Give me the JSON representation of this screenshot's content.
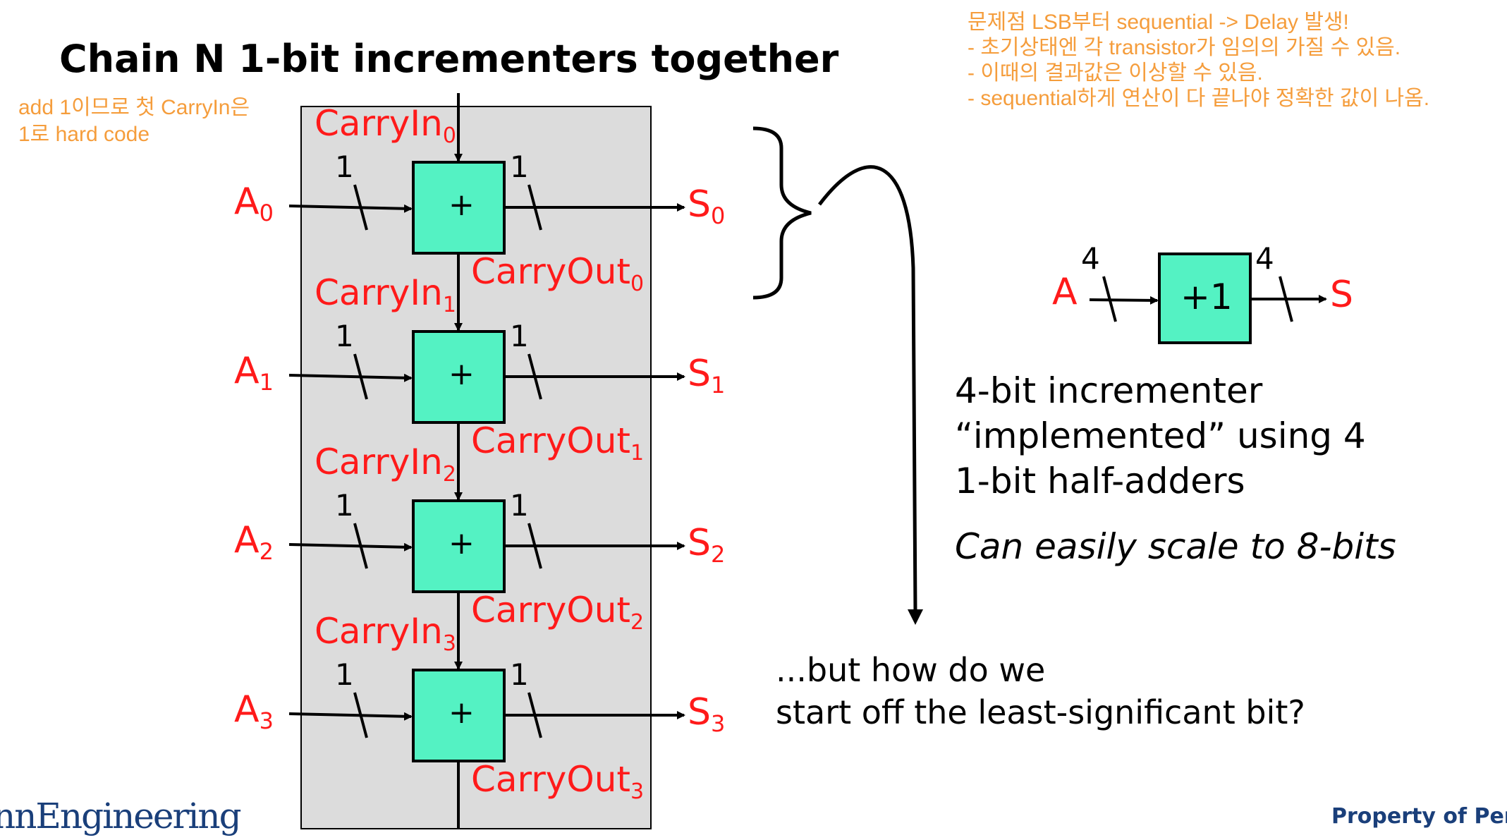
{
  "slide": {
    "title": "Chain N 1-bit incrementers together",
    "note_left": [
      "add 1이므로 첫 CarryIn은",
      "1로 hard code"
    ],
    "note_top": [
      "문제점 LSB부터 sequential -> Delay 발생!",
      "- 초기상태엔 각 transistor가 임의의 가질 수 있음.",
      "- 이때의 결과값은 이상할 수 있음.",
      "- sequential하게 연산이 다 끝나야 정확한 값이 나옴."
    ],
    "stages": [
      {
        "in_base": "A",
        "in_sub": "0",
        "out_base": "S",
        "out_sub": "0",
        "cin_base": "CarryIn",
        "cin_sub": "0",
        "cout_base": "CarryOut",
        "cout_sub": "0",
        "op": "+",
        "width_in": "1",
        "width_out": "1"
      },
      {
        "in_base": "A",
        "in_sub": "1",
        "out_base": "S",
        "out_sub": "1",
        "cin_base": "CarryIn",
        "cin_sub": "1",
        "cout_base": "CarryOut",
        "cout_sub": "1",
        "op": "+",
        "width_in": "1",
        "width_out": "1"
      },
      {
        "in_base": "A",
        "in_sub": "2",
        "out_base": "S",
        "out_sub": "2",
        "cin_base": "CarryIn",
        "cin_sub": "2",
        "cout_base": "CarryOut",
        "cout_sub": "2",
        "op": "+",
        "width_in": "1",
        "width_out": "1"
      },
      {
        "in_base": "A",
        "in_sub": "3",
        "out_base": "S",
        "out_sub": "3",
        "cin_base": "CarryIn",
        "cin_sub": "3",
        "cout_base": "CarryOut",
        "cout_sub": "3",
        "op": "+",
        "width_in": "1",
        "width_out": "1"
      }
    ],
    "incrementer": {
      "in_label": "A",
      "out_label": "S",
      "op": "+1",
      "width_in": "4",
      "width_out": "4"
    },
    "description": [
      "4-bit incrementer",
      "“implemented” using 4",
      "1-bit half-adders"
    ],
    "scale_note": "Can easily scale to 8-bits",
    "question": [
      "...but how do we",
      "start off the least-significant bit?"
    ],
    "footer_logo": "nnEngineering",
    "footer_property": "Property of Penn E",
    "colors": {
      "box_fill": "#54f2c3",
      "panel_fill": "#dcdcdc",
      "label_red": "#ff1a1a",
      "note_orange": "#f59d3c",
      "footer_blue": "#1a3f7a"
    }
  }
}
